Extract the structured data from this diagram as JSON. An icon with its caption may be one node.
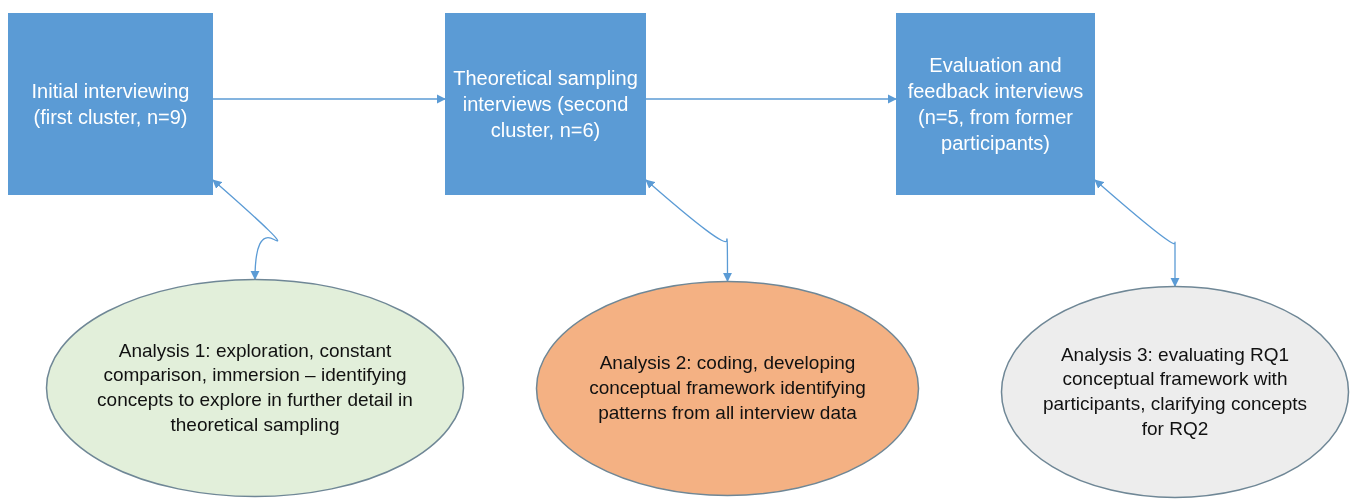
{
  "diagram": {
    "nodes": [
      {
        "text": [
          "Initial interviewing (first cluster, n=9)"
        ]
      },
      {
        "text": [
          "Theoretical sampling interviews (second cluster, n=6)"
        ]
      },
      {
        "text": [
          "Evaluation and feedback interviews (n=5, from former participants)"
        ]
      },
      {
        "text": [
          "Analysis 1: exploration, constant comparison, immersion – identifying concepts to explore in further detail in theoretical sampling"
        ]
      },
      {
        "text": [
          "Analysis 2: coding, developing conceptual framework identifying patterns from all interview data"
        ]
      },
      {
        "text": [
          "Analysis 3: evaluating RQ1 conceptual framework with participants, clarifying concepts for RQ2"
        ]
      }
    ],
    "edges": [
      {
        "from": 0,
        "to": 1,
        "arrow": "to"
      },
      {
        "from": 1,
        "to": 2,
        "arrow": "to"
      },
      {
        "from": 3,
        "to": 0,
        "arrow": "both"
      },
      {
        "from": 4,
        "to": 1,
        "arrow": "both"
      },
      {
        "from": 5,
        "to": 2,
        "arrow": "both"
      }
    ]
  }
}
